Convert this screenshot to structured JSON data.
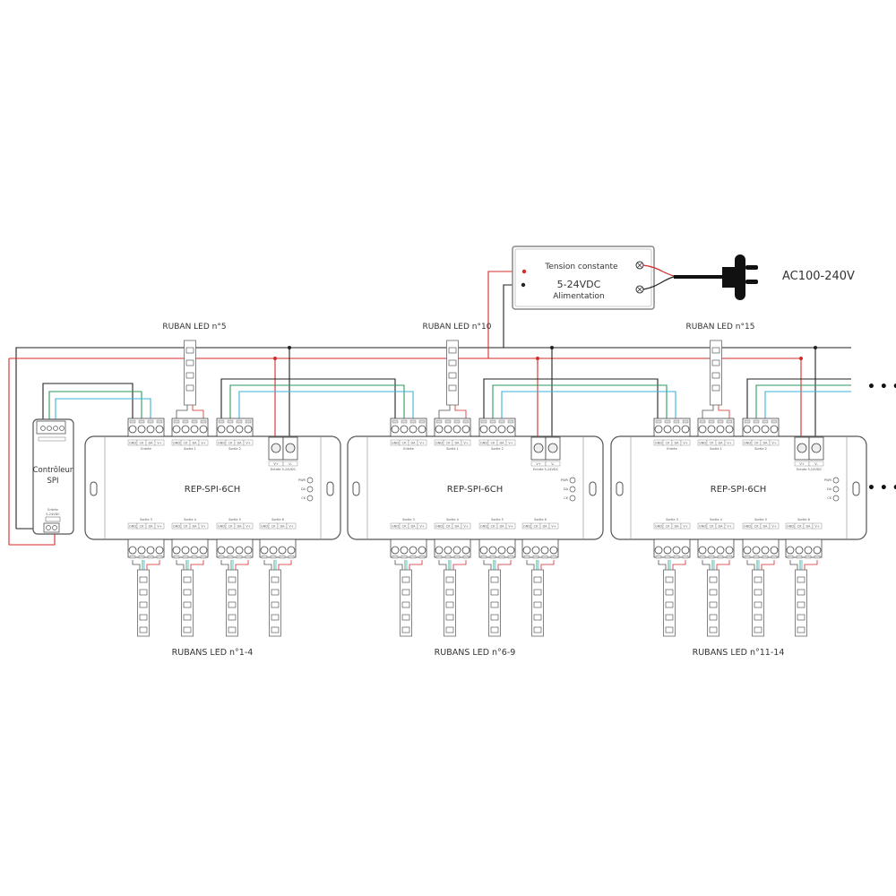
{
  "power_supply": {
    "line1": "Tension constante",
    "line2": "5-24VDC",
    "line3": "Alimentation"
  },
  "plug_label": "AC100-240V",
  "controller": {
    "name_line1": "Contrôleur",
    "name_line2": "SPI",
    "input_label": "Entrée",
    "input_voltage": "5-24VDC"
  },
  "terminal": {
    "input_name": "Entrée",
    "output_names": [
      "Sortie 1",
      "Sortie 2",
      "Sortie 3",
      "Sortie 4",
      "Sortie 5",
      "Sortie 6"
    ],
    "pins": [
      "GND",
      "CK",
      "DA",
      "V+"
    ],
    "power_pins": [
      "V+",
      "V-"
    ],
    "power_input": "Entrée 5-24VDC",
    "indicators": [
      "PWR",
      "DA",
      "CK"
    ]
  },
  "repeaters": [
    {
      "model": "REP-SPI-6CH",
      "top_strip_label": "RUBAN LED n°5",
      "bottom_strips_label": "RUBANS LED n°1-4"
    },
    {
      "model": "REP-SPI-6CH",
      "top_strip_label": "RUBAN LED n°10",
      "bottom_strips_label": "RUBANS LED n°6-9"
    },
    {
      "model": "REP-SPI-6CH",
      "top_strip_label": "RUBAN LED n°15",
      "bottom_strips_label": "RUBANS LED n°11-14"
    }
  ],
  "continuation": "• • •",
  "colors": {
    "positive": "#d42a2a",
    "negative": "#222222",
    "ck": "#2e9a5e",
    "da": "#3bb3d6",
    "outline": "#555555"
  }
}
